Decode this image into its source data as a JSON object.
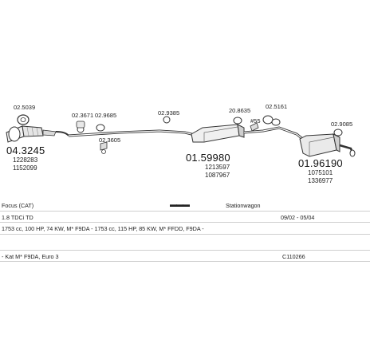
{
  "parts": [
    {
      "id": "part-catalyst",
      "main": "04.3245",
      "refs": [
        "1228283",
        "1152099"
      ],
      "tag": "02.5039"
    },
    {
      "id": "part-middle-silencer",
      "main": "01.59980",
      "refs": [
        "1213597",
        "1087967"
      ]
    },
    {
      "id": "part-rear-silencer",
      "main": "01.96190",
      "refs": [
        "1075101",
        "1336977"
      ]
    }
  ],
  "fitting_codes": {
    "c1": "02.5039",
    "c2": "02.3671",
    "c3": "02.9685",
    "c4": "02.3605",
    "c5": "02.9385",
    "c6": "20.8635",
    "c7": "02.5161",
    "c8": "02.9085",
    "c9": "#55"
  },
  "vehicle": {
    "model": "Focus (CAT)",
    "body": "Stationwagon",
    "engine": "1.8 TDCi TD",
    "years": "09/02 - 05/04",
    "specs": "1753 cc, 100 HP, 74 KW, M* F9DA - 1753 cc, 115 HP, 85 KW, M* FFDD, F9DA -",
    "notes": "- Kat M* F9DA, Euro 3",
    "code": "C110266"
  }
}
